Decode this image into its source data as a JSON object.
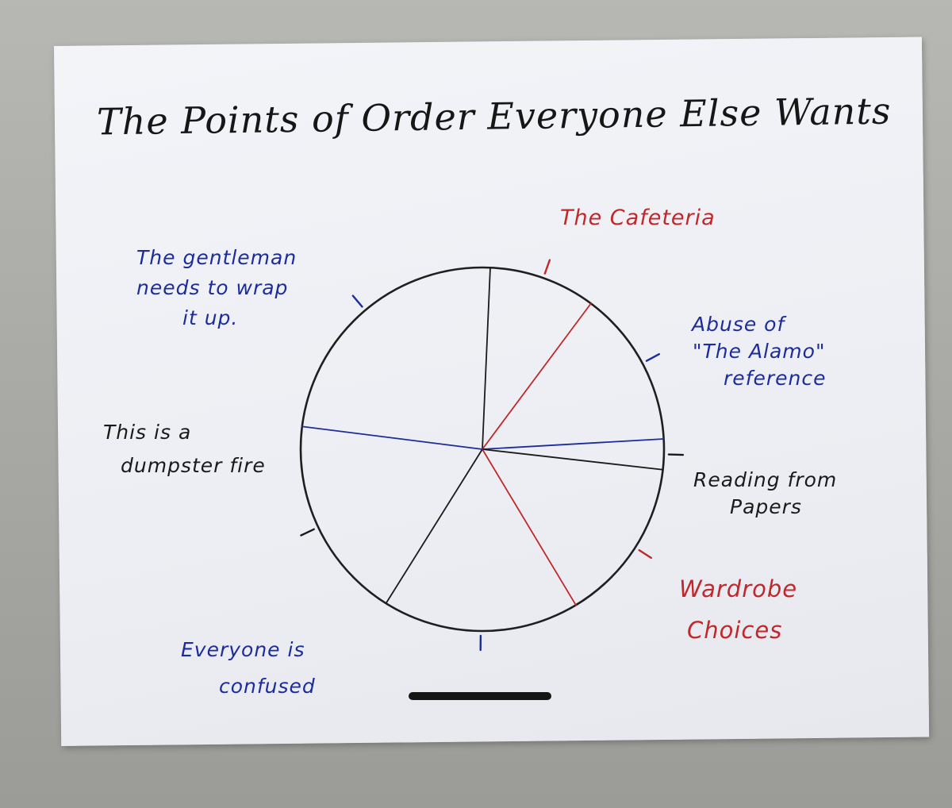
{
  "chart_data": {
    "type": "pie",
    "title": "The Points of Order Everyone Else Wants",
    "categories": [
      "The Cafeteria",
      "Abuse of \"The Alamo\" reference",
      "Reading from Papers",
      "Wardrobe Choices",
      "Everyone is confused",
      "This is a dumpster fire",
      "The gentleman needs to wrap it up."
    ],
    "values": [
      9.5,
      13.9,
      2.7,
      14.6,
      17.5,
      18.1,
      23.7
    ],
    "slice_colors": [
      "#c0282b",
      "#1c2c9a",
      "#1a1a1a",
      "#c0282b",
      "#1a1a1a",
      "#1c2c9a",
      "#1a1a1a"
    ],
    "label_colors": [
      "#c0282b",
      "#1c2c9a",
      "#1a1a1a",
      "#c0282b",
      "#1c2c9a",
      "#1a1a1a",
      "#1c2c9a"
    ],
    "legend": "none",
    "grid": false
  },
  "labels": {
    "cafeteria": [
      "The Cafeteria"
    ],
    "alamo": [
      "Abuse of",
      "\"The Alamo\"",
      "reference"
    ],
    "reading": [
      "Reading from",
      "Papers"
    ],
    "wardrobe": [
      "Wardrobe",
      "Choices"
    ],
    "confused": [
      "Everyone is",
      "confused"
    ],
    "dumpster": [
      "This is a",
      "dumpster fire"
    ],
    "gentleman": [
      "The gentleman",
      "needs to wrap",
      "it up."
    ]
  }
}
